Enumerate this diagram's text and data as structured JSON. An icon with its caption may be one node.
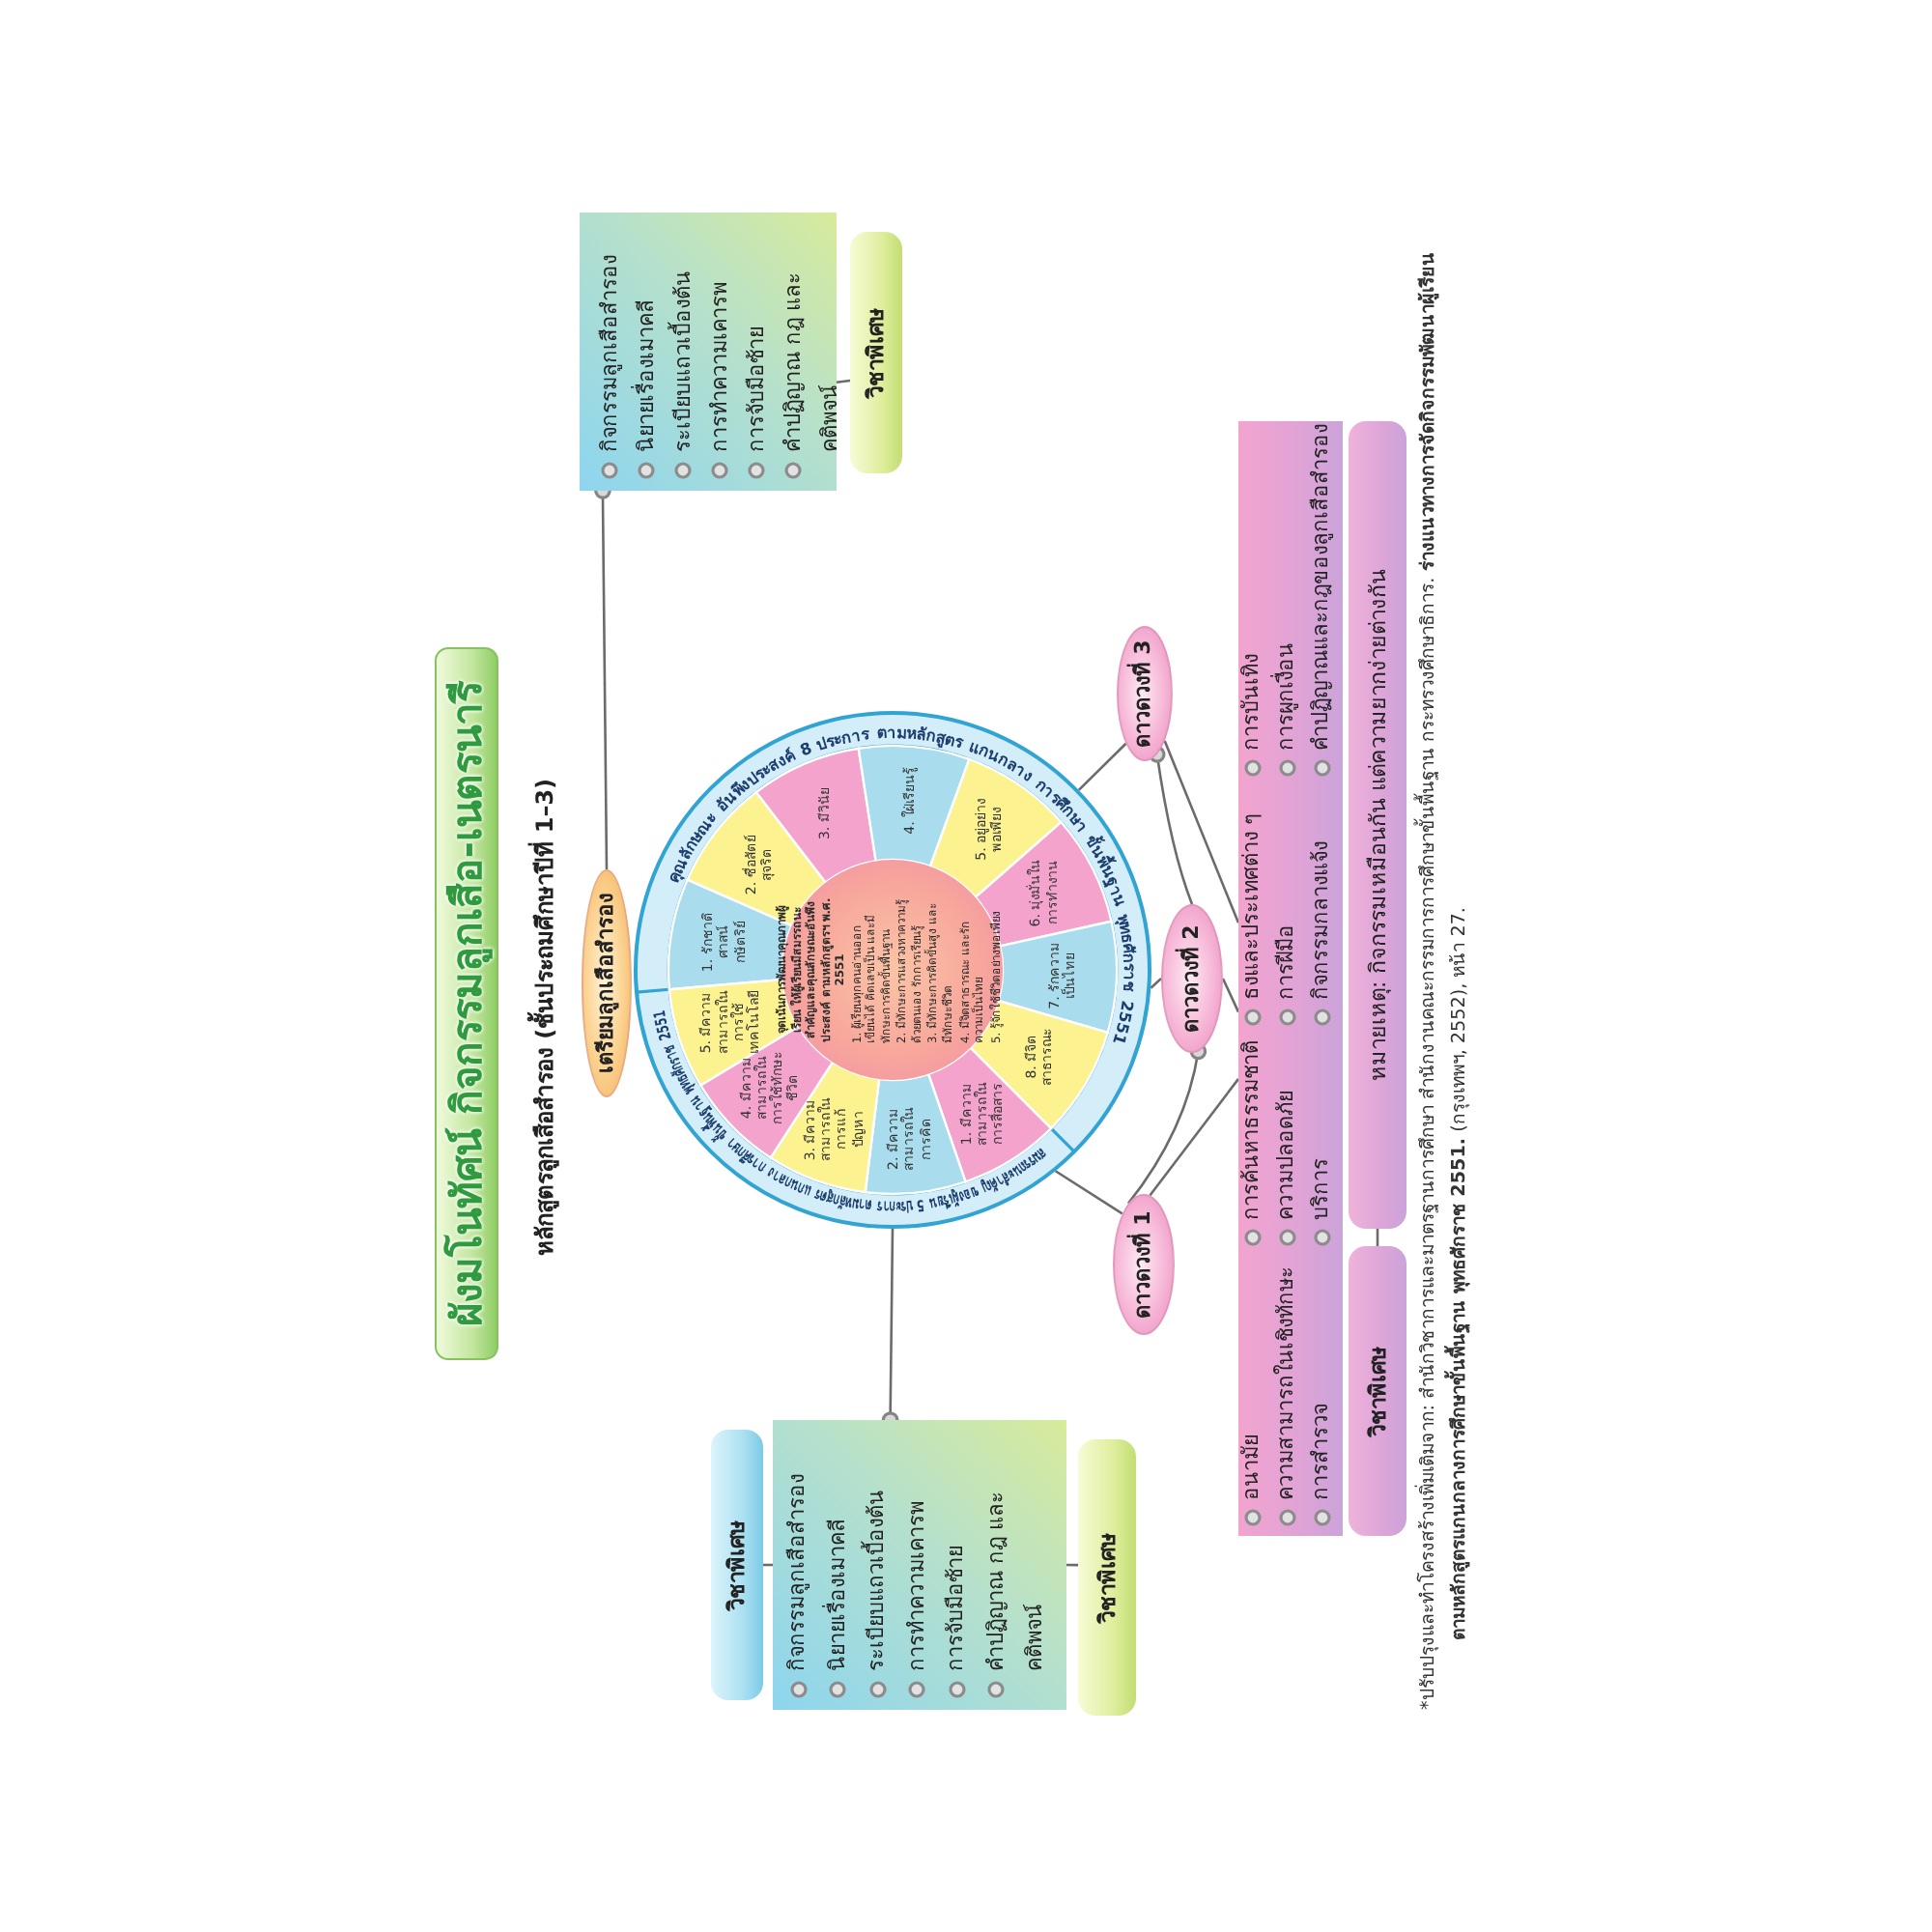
{
  "diagram": {
    "title": "ผังมโนทัศน์ กิจกรรมลูกเสือ-เนตรนารี",
    "nodes": [
      {
        "text": [
          "เตรียมลูกเสือสำรอง"
        ]
      },
      {
        "text": [
          "กิจกรรมลูกเสือสำรอง",
          "นิยายเรื่องเมาคลี",
          "ระเบียบแถวเบื้องต้น",
          "การทำความเคารพ",
          "การจับมือซ้าย",
          "คำปฏิญาณ กฎ และคติพจน์"
        ]
      },
      {
        "text": [
          "วิชาพิเศษ"
        ]
      },
      {
        "text": [
          "วิชาพิเศษ"
        ]
      },
      {
        "text": [
          "กิจกรรมลูกเสือสำรอง",
          "นิยายเรื่องเมาคลี",
          "ระเบียบแถวเบื้องต้น",
          "การทำความเคารพ",
          "การจับมือซ้าย",
          "คำปฏิญาณ กฎ และคติพจน์"
        ]
      },
      {
        "text": [
          "วิชาพิเศษ"
        ]
      },
      {
        "text": [
          "คุณลักษณะ",
          "อันพึงประสงค์",
          "8 ประการ",
          "ตามหลักสูตร",
          "แกนกลาง",
          "การศึกษา",
          "ขั้นพื้นฐาน",
          "พุทธศักราช",
          "2551",
          "สมรรถนะสำคัญ",
          "ของผู้เรียน",
          "5 ประการ",
          "ตามหลักสูตร",
          "แกนกลาง",
          "การศึกษา",
          "ขั้นพื้นฐาน",
          "พุทธศักราช",
          "2551"
        ]
      },
      {
        "text": [
          "1. รักชาติ ศาสน์ กษัตริย์"
        ],
        "in": 6
      },
      {
        "text": [
          "2. ซื่อสัตย์สุจริต"
        ],
        "in": 6
      },
      {
        "text": [
          "3. มีวินัย"
        ],
        "in": 6
      },
      {
        "text": [
          "4. ใฝ่เรียนรู้"
        ],
        "in": 6
      },
      {
        "text": [
          "5. อยู่อย่างพอเพียง"
        ],
        "in": 6
      },
      {
        "text": [
          "6. มุ่งมั่นในการทำงาน"
        ],
        "in": 6
      },
      {
        "text": [
          "7. รักความเป็นไทย"
        ],
        "in": 6
      },
      {
        "text": [
          "8. มีจิตสาธารณะ"
        ],
        "in": 6
      },
      {
        "text": [
          "1. มีความสามารถในการสื่อสาร"
        ],
        "in": 6
      },
      {
        "text": [
          "2. มีความสามารถในการคิด"
        ],
        "in": 6
      },
      {
        "text": [
          "3. มีความสามารถในการแก้ปัญหา"
        ],
        "in": 6
      },
      {
        "text": [
          "4. มีความสามารถในการใช้ทักษะชีวิต"
        ],
        "in": 6
      },
      {
        "text": [
          "5. มีความสามารถในการใช้เทคโนโลยี"
        ],
        "in": 6
      },
      {
        "text": [
          "จุดเน้นการพัฒนาคุณภาพผู้เรียน ให้ผู้เรียนมีสมรรถนะสำคัญและคุณลักษณะอันพึงประสงค์ ตามหลักสูตรฯ พ.ศ. 2551",
          "1. ผู้เรียนทุกคนอ่านออก เขียนได้ คิดเลขเป็น และมีทักษะการคิดขั้นพื้นฐาน",
          "2. มีทักษะการแสวงหาความรู้ด้วยตนเอง รักการเรียนรู้",
          "3. มีทักษะการคิดขั้นสูง และมีทักษะชีวิต",
          "4. มีจิตสาธารณะ และรักความเป็นไทย",
          "5. รู้จักใช้ชีวิตอย่างพอเพียง"
        ],
        "in": 6
      },
      {
        "text": [
          "ดาวดวงที่ 1"
        ]
      },
      {
        "text": [
          "ดาวดวงที่ 2"
        ]
      },
      {
        "text": [
          "ดาวดวงที่ 3"
        ]
      },
      {
        "text": [
          "อนามัย",
          "ความสามารถในเชิงทักษะ",
          "การสำรวจ",
          "การค้นหาธรรมชาติ",
          "ความปลอดภัย",
          "บริการ",
          "ธงและประเทศต่าง ๆ",
          "การฝีมือ",
          "กิจกรรมกลางแจ้ง",
          "การบันเทิง",
          "การผูกเงื่อน",
          "คำปฏิญาณและกฎของลูกเสือสำรอง"
        ]
      },
      {
        "text": [
          "วิชาพิเศษ"
        ]
      },
      {
        "text": [
          "หมายเหตุ: กิจกรรมเหมือนกัน แต่ความยากง่ายต่างกัน"
        ]
      }
    ],
    "edges": [
      {
        "from": 0,
        "to": 1,
        "arrow": "other"
      },
      {
        "from": 1,
        "to": 2,
        "arrow": "none"
      },
      {
        "from": 6,
        "to": 4,
        "arrow": "other"
      },
      {
        "from": 3,
        "to": 4,
        "arrow": "none"
      },
      {
        "from": 4,
        "to": 5,
        "arrow": "none"
      },
      {
        "from": 6,
        "to": 21,
        "arrow": "none"
      },
      {
        "from": 6,
        "to": 22,
        "arrow": "none"
      },
      {
        "from": 6,
        "to": 23,
        "arrow": "none"
      },
      {
        "from": 21,
        "to": 24,
        "arrow": "none"
      },
      {
        "from": 22,
        "to": 24,
        "arrow": "none"
      },
      {
        "from": 23,
        "to": 24,
        "arrow": "none"
      },
      {
        "from": 22,
        "to": 23,
        "arrow": "other"
      },
      {
        "from": 21,
        "to": 22,
        "arrow": "other"
      },
      {
        "from": 25,
        "to": 26,
        "arrow": "none"
      }
    ],
    "labels": [
      "หลักสูตรลูกเสือสำรอง (ชั้นประถมศึกษาปีที่ 1–3)",
      "*ปรับปรุงและทำโครงสร้างเพิ่มเติมจาก: สำนักวิชาการและมาตรฐานการศึกษา สำนักงานคณะกรรมการการศึกษาขั้นพื้นฐาน กระทรวงศึกษาธิการ. **ร่างแนวทางการจัดกิจกรรมพัฒนาผู้เรียน ตามหลักสูตรแกนกลางการศึกษาขั้นพื้นฐาน พุทธศักราช 2551.** (กรุงเทพฯ, 2552), หน้า 27."
    ]
  }
}
